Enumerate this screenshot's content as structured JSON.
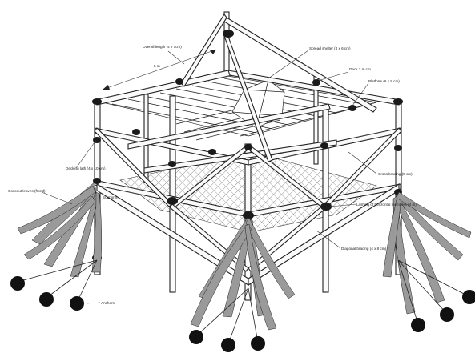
{
  "labels": {
    "top_span": "Overall length (4 x 7cm)",
    "span_arrow": "5 m",
    "shelter": "Spread shelter (4 x 6 cm)",
    "platform_bamboo": "Deck 1 m cm",
    "float_pole": "Platform (6 x 9 cm)",
    "deck_left": "Decking lath (4 x 10 cm)",
    "shade_right": "Cross bracing (5 cm)",
    "fish_leaves": "Coconut leaves (frond)",
    "support": "Supports",
    "tie_right": "Lashing of horizontal members (4 m)",
    "brace_bottom": "Diagonal bracing (4 x 8 cm)",
    "anchor": "Anchors"
  }
}
